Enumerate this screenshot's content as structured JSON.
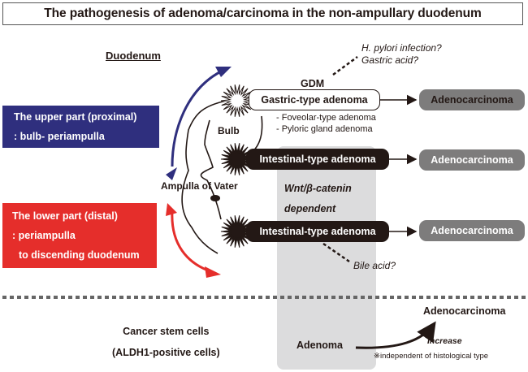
{
  "title": "The pathogenesis of adenoma/carcinoma in the non-ampullary duodenum",
  "section_label": "Duodenum",
  "regions": {
    "upper": {
      "line1": "The upper part (proximal)",
      "line2": ": bulb- periampulla",
      "color": "#2f2f7e"
    },
    "lower": {
      "line1": "The lower part (distal)",
      "line2": ": periampulla",
      "line3": "to discending duodenum",
      "color": "#e52e2b"
    }
  },
  "anatomy": {
    "bulb": "Bulb",
    "ampulla": "Ampulla of Vater"
  },
  "pathways": [
    {
      "origin": "GDM",
      "adenoma": "Gastric-type adenoma",
      "outcome": "Adenocarcinoma",
      "subtypes": [
        "- Foveolar-type adenoma",
        "- Pyloric gland adenoma"
      ],
      "factors": [
        "H. pylori infection?",
        "Gastric acid?"
      ]
    },
    {
      "adenoma": "Intestinal-type adenoma",
      "outcome": "Adenocarcinoma"
    },
    {
      "adenoma": "Intestinal-type adenoma",
      "outcome": "Adenocarcinoma",
      "factors": [
        "Bile acid?"
      ]
    }
  ],
  "wnt": {
    "line1": "Wnt/β-catenin",
    "line2": "dependent"
  },
  "bottom": {
    "csc_line1": "Cancer stem cells",
    "csc_line2": "(ALDH1-positive cells)",
    "from": "Adenoma",
    "to": "Adenocarcinoma",
    "trend": "Increase",
    "footnote": "※independent of histological type"
  },
  "colors": {
    "dark": "#231815",
    "band": "#dcdcdd",
    "carcinoma": "#7d7c7c"
  }
}
